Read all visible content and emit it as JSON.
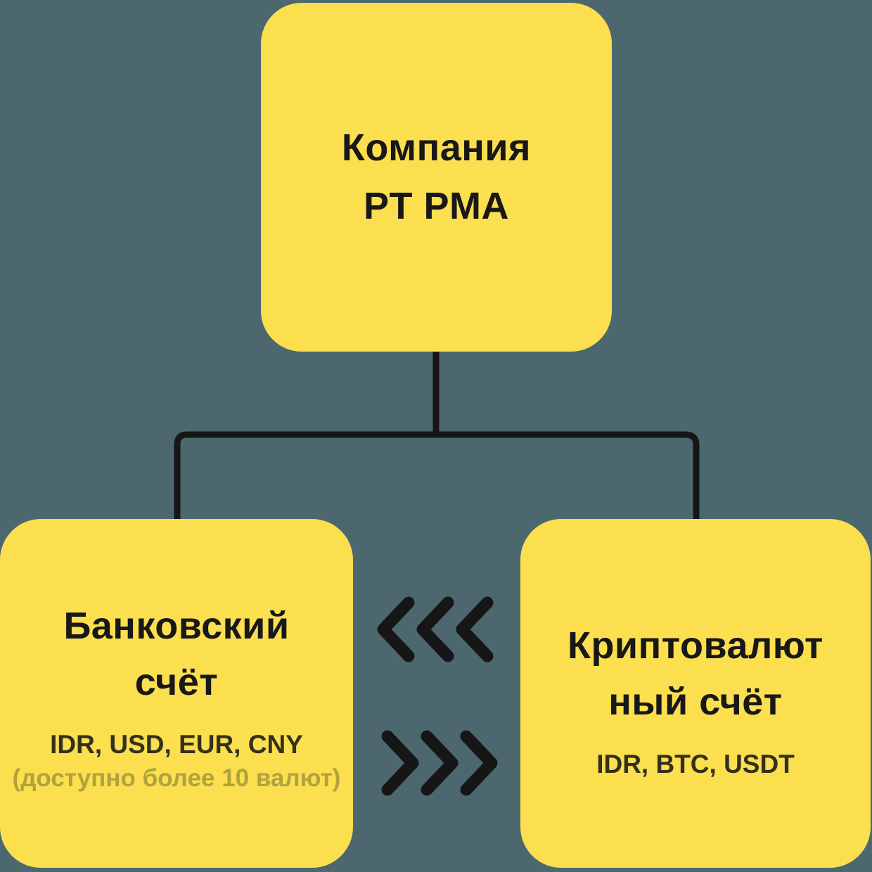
{
  "colors": {
    "background": "#4C676E",
    "node_fill": "#FBDF4F",
    "line": "#161616",
    "title_text": "#181818",
    "currency_text": "#33311A",
    "note_text": "#B0A23E"
  },
  "nodes": {
    "company": {
      "title_line1": "Компания",
      "title_line2": "PT PMA"
    },
    "bank": {
      "title_line1": "Банковский",
      "title_line2": "счёт",
      "currencies": "IDR, USD, EUR, CNY",
      "note": "(доступно более 10 валют)"
    },
    "crypto": {
      "title_line1": "Криптовалют",
      "title_line2": "ный счёт",
      "currencies": "IDR, BTC, USDT"
    }
  },
  "icons": {
    "left_arrows": "chevrons-left",
    "right_arrows": "chevrons-right",
    "connector": "tree-connector"
  }
}
